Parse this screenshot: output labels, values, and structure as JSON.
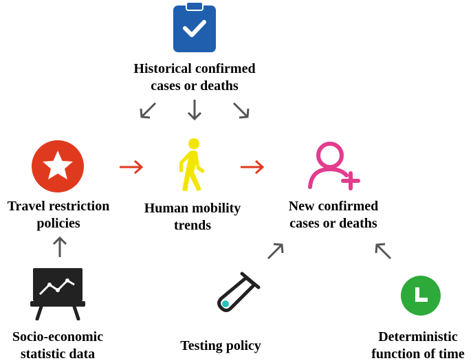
{
  "nodes": {
    "historical": {
      "line1": "Historical confirmed",
      "line2": "cases or deaths",
      "icon": "clipboard-check-icon",
      "color": "#1f5fae"
    },
    "travel": {
      "line1": "Travel restriction",
      "line2": "policies",
      "icon": "star-badge-icon",
      "color": "#e03a1e"
    },
    "mobility": {
      "line1": "Human mobility",
      "line2": "trends",
      "icon": "walking-person-icon",
      "color": "#f2e600"
    },
    "new_cases": {
      "line1": "New confirmed",
      "line2": "cases or deaths",
      "icon": "add-user-icon",
      "color": "#e23c8e"
    },
    "socio": {
      "line1": "Socio-economic",
      "line2": "statistic data",
      "icon": "presentation-chart-icon",
      "color": "#222222"
    },
    "testing": {
      "line1": "Testing policy",
      "icon": "test-tube-icon",
      "color": "#222222",
      "accent": "#21c4b7"
    },
    "deterministic": {
      "line1": "Deterministic",
      "line2": "function of time",
      "icon": "clock-icon",
      "color": "#2eaa3a"
    }
  },
  "colors": {
    "gray_arrow": "#555555",
    "red_arrow": "#e03a1e"
  }
}
